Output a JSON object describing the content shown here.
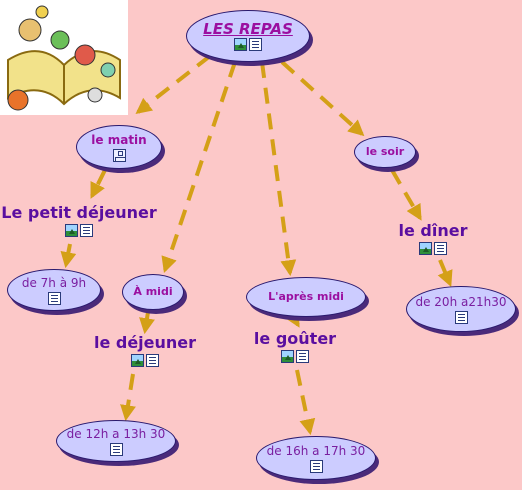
{
  "root": {
    "text": "LES REPAS"
  },
  "meals": [
    {
      "time_of_day": "le matin",
      "meal": "Le petit déjeuner",
      "hours": "de 7h à 9h"
    },
    {
      "time_of_day": "À midi",
      "meal": "le déjeuner",
      "hours": "de 12h a 13h 30"
    },
    {
      "time_of_day": "L'après midi",
      "meal": "le goûter",
      "hours": "de 16h a 17h 30"
    },
    {
      "time_of_day": "le soir",
      "meal": "le dîner",
      "hours": "de 20h a21h30"
    }
  ],
  "colors": {
    "background": "#fcc8c8",
    "node_fill": "#ccccff",
    "arrow": "#d4a017",
    "node_text": "#9b0fa0",
    "label_text": "#5a0ea0"
  },
  "icons": [
    "image-icon",
    "document-icon",
    "concept-map-icon"
  ]
}
